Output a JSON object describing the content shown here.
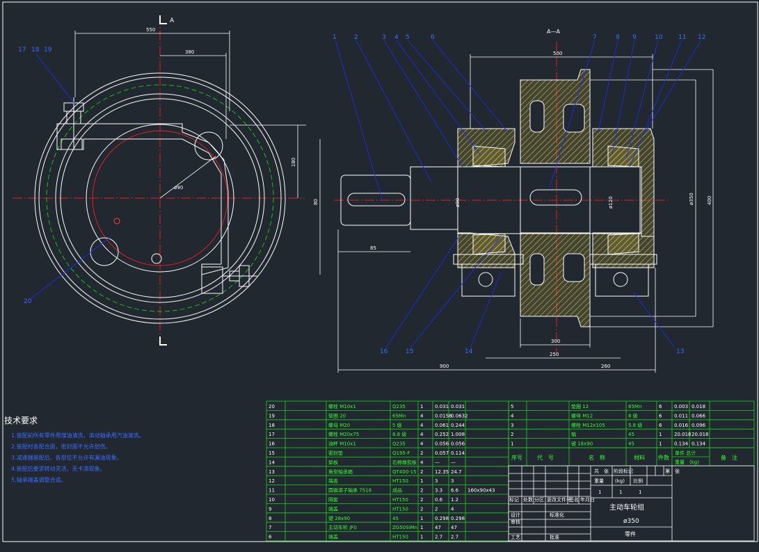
{
  "colors": {
    "background": "#212830",
    "outline": "#ffffff",
    "leader": "#1a2ee6",
    "center": "#e02020",
    "pitch": "#18c018",
    "hatch": "#d8c24a",
    "dimension": "#ffffff",
    "table_line": "#20d020",
    "table_text_white": "#ffffff",
    "table_text_green": "#30ff30"
  },
  "drawing": {
    "section_mark_left": "A",
    "section_view_label": "A—A",
    "left_view_callouts": [
      "17",
      "18",
      "19"
    ],
    "left_view_callout_bottom": "20",
    "right_view_callouts_top": [
      "1",
      "2",
      "3",
      "4",
      "5",
      "6",
      "7",
      "8",
      "9",
      "10",
      "11",
      "12"
    ],
    "right_view_callouts_bottom": [
      "16",
      "15",
      "14",
      "13"
    ],
    "dimension_labels_left": [
      "550",
      "380",
      "180",
      "ø90",
      "80"
    ],
    "dimension_labels_right": [
      "500",
      "400",
      "ø350",
      "ø120",
      "ø90",
      "85",
      "300",
      "250",
      "260",
      "900"
    ]
  },
  "technical_requirements": {
    "title": "技术要求",
    "lines": [
      "1.装配前所有零件用煤油清洗，滚动轴承用汽油清洗。",
      "2.装配时各配合面，密封面不允许划伤。",
      "3.减速器装配后，各部位不允许有漏油现象。",
      "4.装配后要求转动灵活，无卡滞现象。",
      "5.轴承端盖调整合适。"
    ]
  },
  "bom_left": [
    {
      "no": "20",
      "name": "螺栓 M10x1",
      "material": "Q235",
      "qty": "1",
      "unit_wt": "0.031",
      "total_wt": "0.031",
      "note": ""
    },
    {
      "no": "19",
      "name": "垫圈 20",
      "material": "65Mn",
      "qty": "4",
      "unit_wt": "0.0158",
      "total_wt": "0.0632",
      "note": ""
    },
    {
      "no": "18",
      "name": "螺母 M20",
      "material": "5 级",
      "qty": "4",
      "unit_wt": "0.061",
      "total_wt": "0.244",
      "note": ""
    },
    {
      "no": "17",
      "name": "螺栓 M20x75",
      "material": "8.8 级",
      "qty": "4",
      "unit_wt": "0.252",
      "total_wt": "1.008",
      "note": ""
    },
    {
      "no": "16",
      "name": "油杯 M10x1",
      "material": "Q235",
      "qty": "4",
      "unit_wt": "0.056",
      "total_wt": "0.056",
      "note": ""
    },
    {
      "no": "15",
      "name": "密封垫",
      "material": "Q195-F",
      "qty": "2",
      "unit_wt": "0.057",
      "total_wt": "0.114",
      "note": ""
    },
    {
      "no": "14",
      "name": "垫板",
      "material": "石棉橡胶板",
      "qty": "4",
      "unit_wt": "—",
      "total_wt": "—",
      "note": ""
    },
    {
      "no": "13",
      "name": "角型轴承箱",
      "material": "QT400-15",
      "qty": "2",
      "unit_wt": "12.35",
      "total_wt": "24.7",
      "note": ""
    },
    {
      "no": "12",
      "name": "端盖",
      "material": "HT150",
      "qty": "1",
      "unit_wt": "3",
      "total_wt": "3",
      "note": ""
    },
    {
      "no": "11",
      "name": "圆锥滚子轴承 7518",
      "material": "成品",
      "qty": "2",
      "unit_wt": "3.3",
      "total_wt": "6.6",
      "note": "160x90x43"
    },
    {
      "no": "10",
      "name": "隔套",
      "material": "HT150",
      "qty": "2",
      "unit_wt": "0.6",
      "total_wt": "1.2",
      "note": ""
    },
    {
      "no": "9",
      "name": "端盖",
      "material": "HT150",
      "qty": "2",
      "unit_wt": "2",
      "total_wt": "4",
      "note": ""
    },
    {
      "no": "8",
      "name": "键 28x90",
      "material": "45",
      "qty": "1",
      "unit_wt": "0.298",
      "total_wt": "0.298",
      "note": ""
    },
    {
      "no": "7",
      "name": "主动车轮 JF0",
      "material": "ZG50SiMn",
      "qty": "1",
      "unit_wt": "47",
      "total_wt": "47",
      "note": ""
    },
    {
      "no": "6",
      "name": "端盖",
      "material": "HT150",
      "qty": "1",
      "unit_wt": "2.7",
      "total_wt": "2.7",
      "note": ""
    }
  ],
  "bom_right": [
    {
      "no": "5",
      "name": "垫圈 12",
      "material": "65Mn",
      "qty": "6",
      "unit_wt": "0.003",
      "total_wt": "0.018"
    },
    {
      "no": "4",
      "name": "螺母 M12",
      "material": "8 级",
      "qty": "6",
      "unit_wt": "0.011",
      "total_wt": "0.066"
    },
    {
      "no": "3",
      "name": "螺栓 M12x105",
      "material": "5.8 级",
      "qty": "6",
      "unit_wt": "0.016",
      "total_wt": "0.096"
    },
    {
      "no": "2",
      "name": "轴",
      "material": "45",
      "qty": "1",
      "unit_wt": "20.018",
      "total_wt": "20.018"
    },
    {
      "no": "1",
      "name": "键 18x90",
      "material": "45",
      "qty": "1",
      "unit_wt": "0.134",
      "total_wt": "0.134"
    }
  ],
  "bom_header": {
    "no": "序号",
    "code": "代　号",
    "name": "名　称",
    "material": "材料",
    "qty": "件数",
    "weight_top": "单件 总计",
    "weight_bottom": "重量　(kg)",
    "note": "备　注"
  },
  "title_block": {
    "drawing_title": "主动车轮组",
    "spec": "ø350",
    "stage_label": "阶段标记",
    "weight_label": "重量",
    "scale_label": "比例",
    "sheet_total": "共　张",
    "sheet_no": "第　张",
    "weight_unit": "(kg)",
    "revision_headers": [
      "标记",
      "处数",
      "分区",
      "更改文件号",
      "签名",
      "年月日"
    ],
    "roles": [
      "设计",
      "审核",
      "工艺"
    ],
    "role_cells": [
      "标准化",
      "批准"
    ],
    "footer": "零件",
    "sheet_marks": [
      "1",
      "1",
      "1"
    ]
  }
}
